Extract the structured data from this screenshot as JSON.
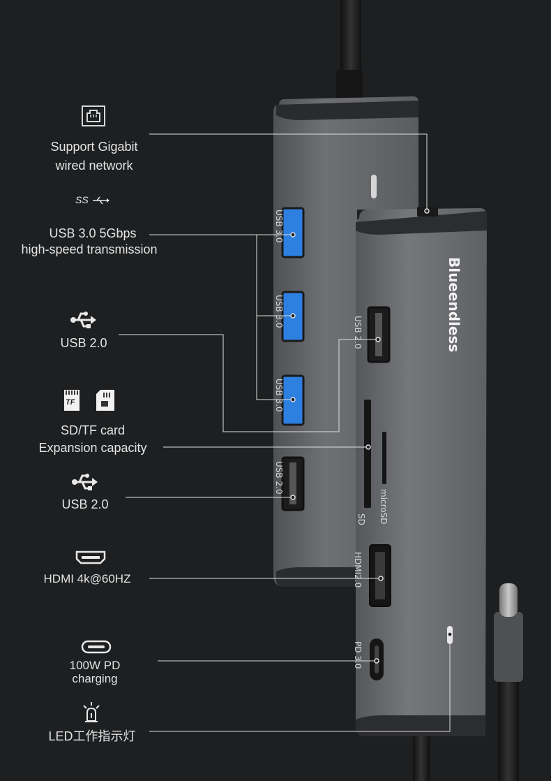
{
  "features": {
    "ethernet": {
      "line1": "Support Gigabit",
      "line2": "wired network",
      "icon": "ethernet-port-icon"
    },
    "usb3": {
      "badge": "SS",
      "line1": "USB 3.0 5Gbps",
      "line2": "high-speed transmission",
      "icon": "superspeed-usb-icon"
    },
    "usb2_top": {
      "label": "USB 2.0",
      "icon": "usb-icon"
    },
    "card": {
      "line1": "SD/TF card",
      "line2": "Expansion capacity",
      "tf_badge": "TF",
      "icon": "sd-card-icon"
    },
    "usb2_bottom": {
      "label": "USB 2.0",
      "icon": "usb-icon"
    },
    "hdmi": {
      "label": "HDMI 4k@60HZ",
      "icon": "hdmi-port-icon"
    },
    "pd": {
      "line1": "100W PD",
      "line2": "charging",
      "icon": "usb-c-port-icon"
    },
    "led": {
      "label": "LED工作指示灯",
      "icon": "led-light-icon"
    }
  },
  "device": {
    "brand": "Blueendless",
    "back_ports": [
      "USB 3.0",
      "USB 3.0",
      "USB 3.0",
      "USB 2.0"
    ],
    "front_ports": {
      "usb2": "USB 2.0",
      "sd": "SD",
      "microsd": "microSD",
      "hdmi": "HDMI2.0",
      "pd": "PD 3.0"
    }
  },
  "colors": {
    "background": "#1d1f21",
    "hub_body": "#6c6e72",
    "usb3_blue": "#2d7fe0",
    "text": "#e4e4e4"
  }
}
